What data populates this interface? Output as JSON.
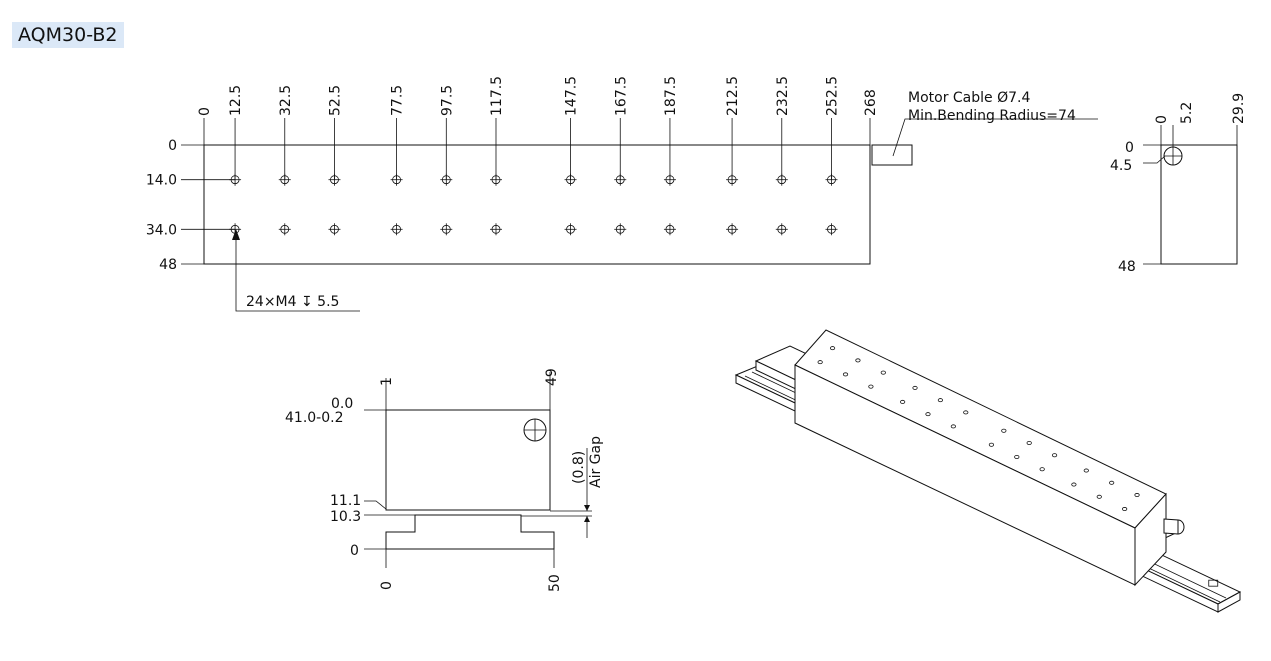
{
  "title": "AQM30-B2",
  "top_view": {
    "x_labels": [
      "0",
      "12.5",
      "32.5",
      "52.5",
      "77.5",
      "97.5",
      "117.5",
      "147.5",
      "167.5",
      "187.5",
      "212.5",
      "232.5",
      "252.5",
      "268"
    ],
    "hole_positions": [
      12.5,
      32.5,
      52.5,
      77.5,
      97.5,
      117.5,
      147.5,
      167.5,
      187.5,
      212.5,
      232.5,
      252.5
    ],
    "y_labels": [
      "0",
      "14.0",
      "34.0",
      "48"
    ],
    "hole_rows": [
      14.0,
      34.0
    ],
    "length": 268,
    "width": 48,
    "hole_callout": "24×M4 ↧ 5.5",
    "cable_note_1": "Motor Cable Ø7.4",
    "cable_note_2": "Min.Bending Radius=74"
  },
  "side_view": {
    "x_labels": [
      "0",
      "5.2",
      "29.9"
    ],
    "y_labels": [
      "0",
      "4.5",
      "48"
    ]
  },
  "end_view": {
    "top_labels": [
      "1",
      "49"
    ],
    "y_labels": [
      "0.0",
      "41.0-0.2",
      "11.1",
      "10.3",
      "0"
    ],
    "bottom_labels": [
      "0",
      "50"
    ],
    "gap_value": "(0.8)",
    "gap_label": "Air Gap"
  }
}
